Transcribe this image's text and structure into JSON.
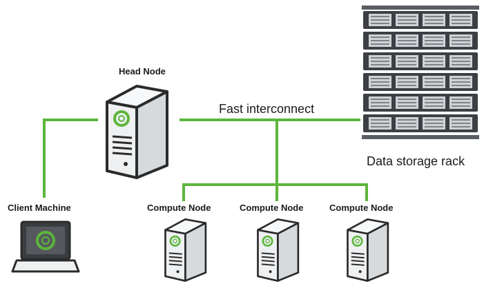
{
  "labels": {
    "head_node": "Head Node",
    "client_machine": "Client Machine",
    "interconnect": "Fast interconnect",
    "storage": "Data storage rack",
    "compute_nodes": [
      "Compute Node",
      "Compute Node",
      "Compute Node"
    ]
  },
  "colors": {
    "link": "#5cb63b",
    "device_fill": "#eef0f2",
    "device_stroke": "#2b2b2b",
    "logo": "#5cb63b",
    "screen": "#3a3d40",
    "rack_dark": "#3c3f43",
    "rack_light": "#cfd3d6"
  },
  "icons": {
    "head_node": "server-tower-icon",
    "client_machine": "laptop-icon",
    "compute_node": "server-tower-icon",
    "storage": "storage-rack-icon"
  }
}
